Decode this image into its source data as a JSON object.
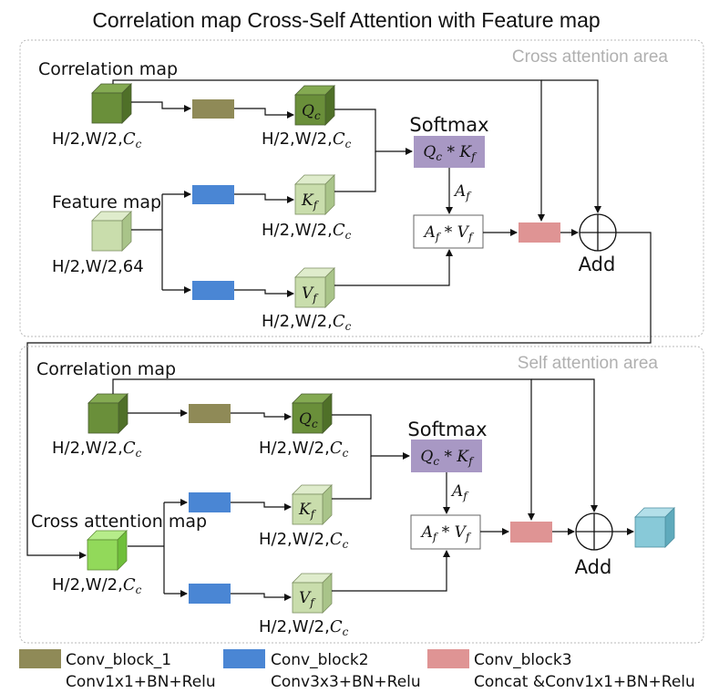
{
  "title": "Correlation map Cross-Self Attention with Feature map",
  "colors": {
    "conv1": "#8f8a57",
    "conv2": "#4a86d4",
    "conv3": "#df9494",
    "softmax_box": "#a898c4",
    "cube_dark_green": "#6a8f3a",
    "cube_light_green": "#c9ddac",
    "cube_bright_green": "#92d95a",
    "cube_blue": "#88c9d8",
    "area_border": "#b8b8b8",
    "area_label": "#b0b0b0"
  },
  "cross_area": {
    "area_label": "Cross attention area",
    "correlation_label": "Correlation map",
    "correlation_dim": "H/2,W/2,C_c",
    "feature_label": "Feature map",
    "feature_dim": "H/2,W/2,64",
    "q_label": "Q_c",
    "q_dim": "H/2,W/2,C_c",
    "k_label": "K_f",
    "k_dim": "H/2,W/2,C_c",
    "v_label": "V_f",
    "v_dim": "H/2,W/2,C_c",
    "softmax_label": "Softmax",
    "softmax_expr": "Q_c * K_f",
    "a_label": "A_f",
    "av_expr": "A_f * V_f",
    "add_label": "Add"
  },
  "self_area": {
    "area_label": "Self attention area",
    "correlation_label": "Correlation map",
    "correlation_dim": "H/2,W/2,C_c",
    "cross_label": "Cross attention map",
    "cross_dim": "H/2,W/2,C_c",
    "q_label": "Q_c",
    "q_dim": "H/2,W/2,C_c",
    "k_label": "K_f",
    "k_dim": "H/2,W/2,C_c",
    "v_label": "V_f",
    "v_dim": "H/2,W/2,C_c",
    "softmax_label": "Softmax",
    "softmax_expr": "Q_c * K_f",
    "a_label": "A_f",
    "av_expr": "A_f * V_f",
    "add_label": "Add"
  },
  "legend": [
    {
      "name": "Conv_block_1",
      "desc": "Conv1x1+BN+Relu"
    },
    {
      "name": "Conv_block2",
      "desc": "Conv3x3+BN+Relu"
    },
    {
      "name": "Conv_block3",
      "desc": "Concat &Conv1x1+BN+Relu"
    }
  ]
}
